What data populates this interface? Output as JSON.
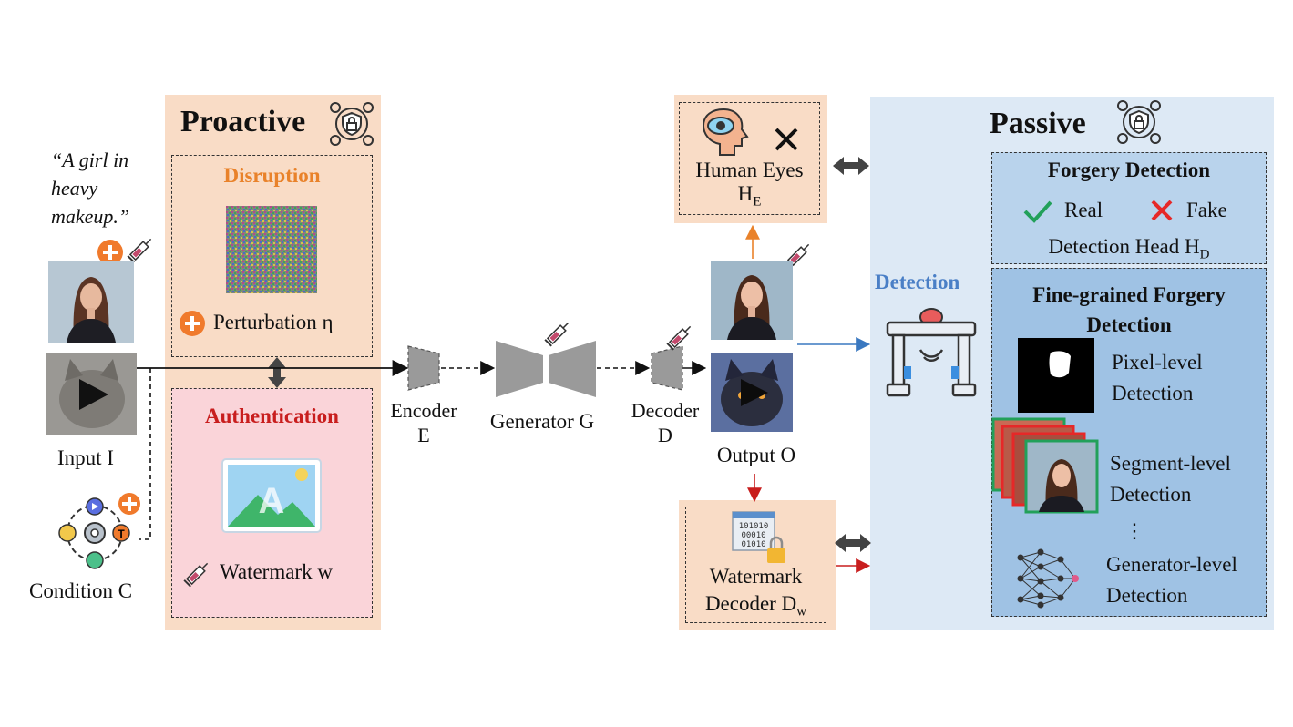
{
  "prompt_quote": [
    "“A girl in",
    "heavy",
    "makeup.”"
  ],
  "input_label": "Input I",
  "condition_label": "Condition C",
  "proactive": {
    "title": "Proactive",
    "disruption_title": "Disruption",
    "perturbation_label": "Perturbation η",
    "authentication_title": "Authentication",
    "watermark_label": "Watermark w"
  },
  "pipeline": {
    "encoder": [
      "Encoder",
      "E"
    ],
    "generator": "Generator G",
    "decoder": [
      "Decoder",
      "D"
    ],
    "output_label": "Output O"
  },
  "human_eyes": {
    "label": "Human Eyes",
    "sub": "H",
    "sub_index": "E"
  },
  "watermark_decoder": {
    "line1": "Watermark",
    "line2": "Decoder D",
    "sub_index": "w"
  },
  "detection_label": "Detection",
  "passive": {
    "title": "Passive",
    "forgery_title": "Forgery Detection",
    "real": "Real",
    "fake": "Fake",
    "head_label": "Detection Head H",
    "head_index": "D",
    "fine_title_1": "Fine-grained Forgery",
    "fine_title_2": "Detection",
    "pixel": [
      "Pixel-level",
      "Detection"
    ],
    "segment": [
      "Segment-level",
      "Detection"
    ],
    "ellipsis": "⋮",
    "generator_level": [
      "Generator-level",
      "Detection"
    ]
  },
  "colors": {
    "proactive_bg": "#f9dcc6",
    "passive_bg": "#dde9f5",
    "disruption": "#e9822a",
    "authentication": "#c81e1e",
    "detection_blue": "#4a7fc6",
    "plus_orange": "#f07a2c",
    "check_green": "#22a05a",
    "cross_red": "#e62828"
  },
  "icons": [
    "lock-shield-icon",
    "syringe-icon",
    "plus-icon",
    "play-icon",
    "eye-head-icon",
    "x-mark-icon",
    "detector-gate-icon",
    "binary-lock-icon",
    "neural-network-icon",
    "image-icon",
    "gear-icon"
  ]
}
